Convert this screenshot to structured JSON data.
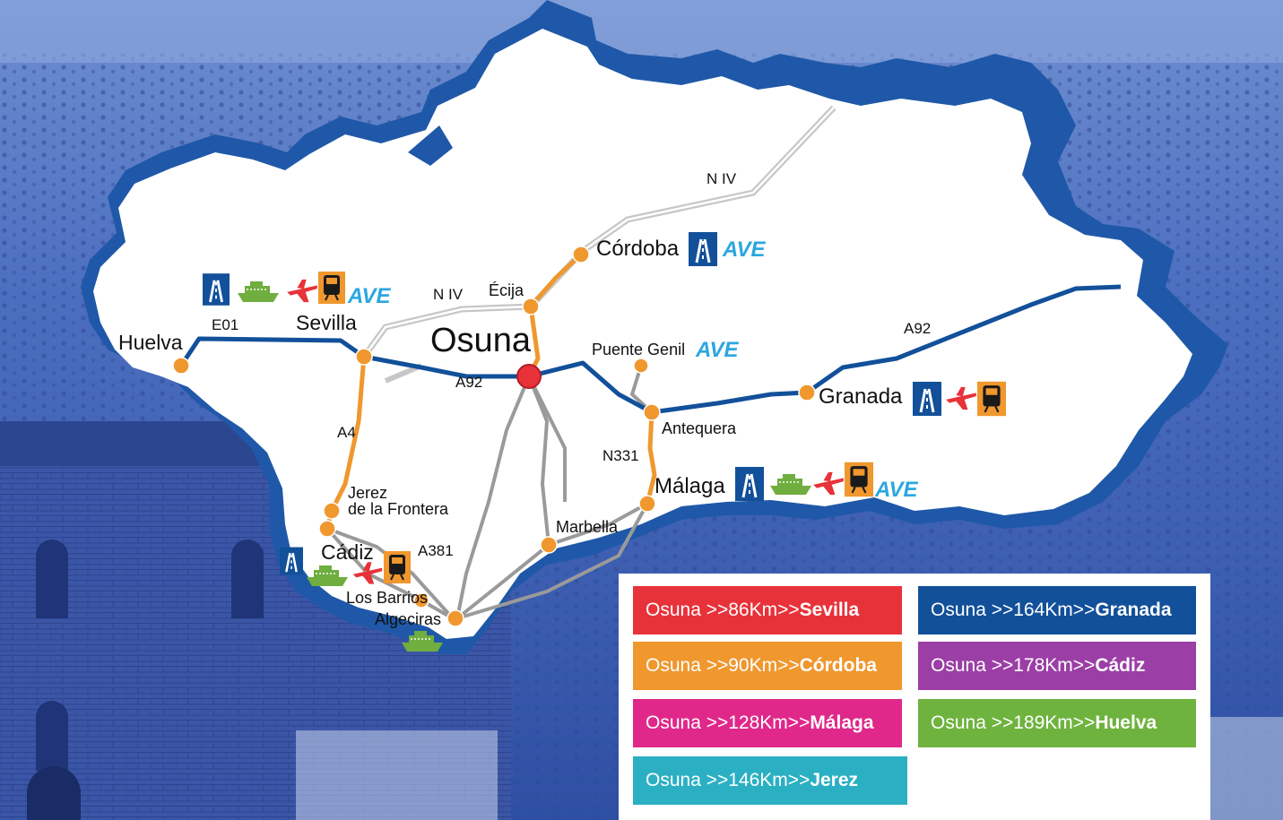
{
  "map": {
    "cities": {
      "osuna": "Osuna",
      "huelva": "Huelva",
      "sevilla": "Sevilla",
      "cordoba": "Córdoba",
      "ecija": "Écija",
      "granada": "Granada",
      "puente_genil": "Puente Genil",
      "antequera": "Antequera",
      "malaga": "Málaga",
      "marbella": "Marbella",
      "jerez_line1": "Jerez",
      "jerez_line2": "de la Frontera",
      "cadiz": "Cádiz",
      "los_barrios": "Los Barrios",
      "algeciras": "Algeciras"
    },
    "roads": {
      "e01": "E01",
      "niv_sevilla": "N IV",
      "niv_north": "N IV",
      "a92_west": "A92",
      "a92_east": "A92",
      "a4": "A4",
      "n331": "N331",
      "a381": "A381"
    },
    "ave_badge": "AVE",
    "colors": {
      "highway": "#12509a",
      "orange_road": "#f0972e",
      "city_dot": "#f0972e",
      "osuna_dot": "#e8323a",
      "ship": "#6fae3f",
      "plane": "#e8323a",
      "train": "#f0972e"
    }
  },
  "legend": [
    {
      "prefix": "Osuna >>86Km>>",
      "city": "Sevilla",
      "color": "#e8323a"
    },
    {
      "prefix": "Osuna >>164Km>>",
      "city": "Granada",
      "color": "#12509a"
    },
    {
      "prefix": "Osuna >>90Km>>",
      "city": "Córdoba",
      "color": "#f0972e"
    },
    {
      "prefix": "Osuna >>178Km>>",
      "city": "Cádiz",
      "color": "#9b3fa6"
    },
    {
      "prefix": "Osuna >>128Km>>",
      "city": "Málaga",
      "color": "#e0288a"
    },
    {
      "prefix": "Osuna >>189Km>>",
      "city": "Huelva",
      "color": "#6fb33f"
    },
    {
      "prefix": "Osuna >>146Km>>",
      "city": "Jerez",
      "color": "#2bb0c3"
    }
  ]
}
